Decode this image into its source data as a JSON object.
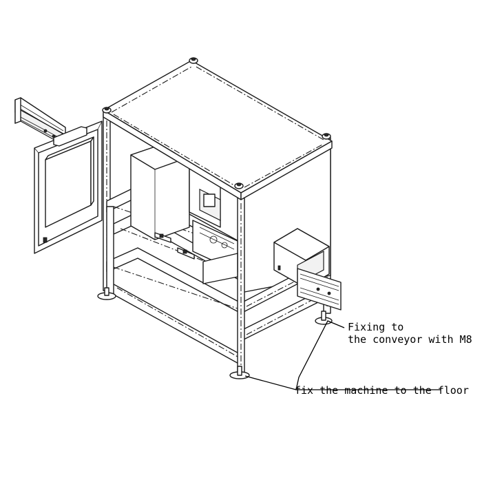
{
  "callouts": {
    "conveyor_line1": "Fixing to",
    "conveyor_line2": "the conveyor with M8",
    "floor": "fix the machine to the floor"
  }
}
